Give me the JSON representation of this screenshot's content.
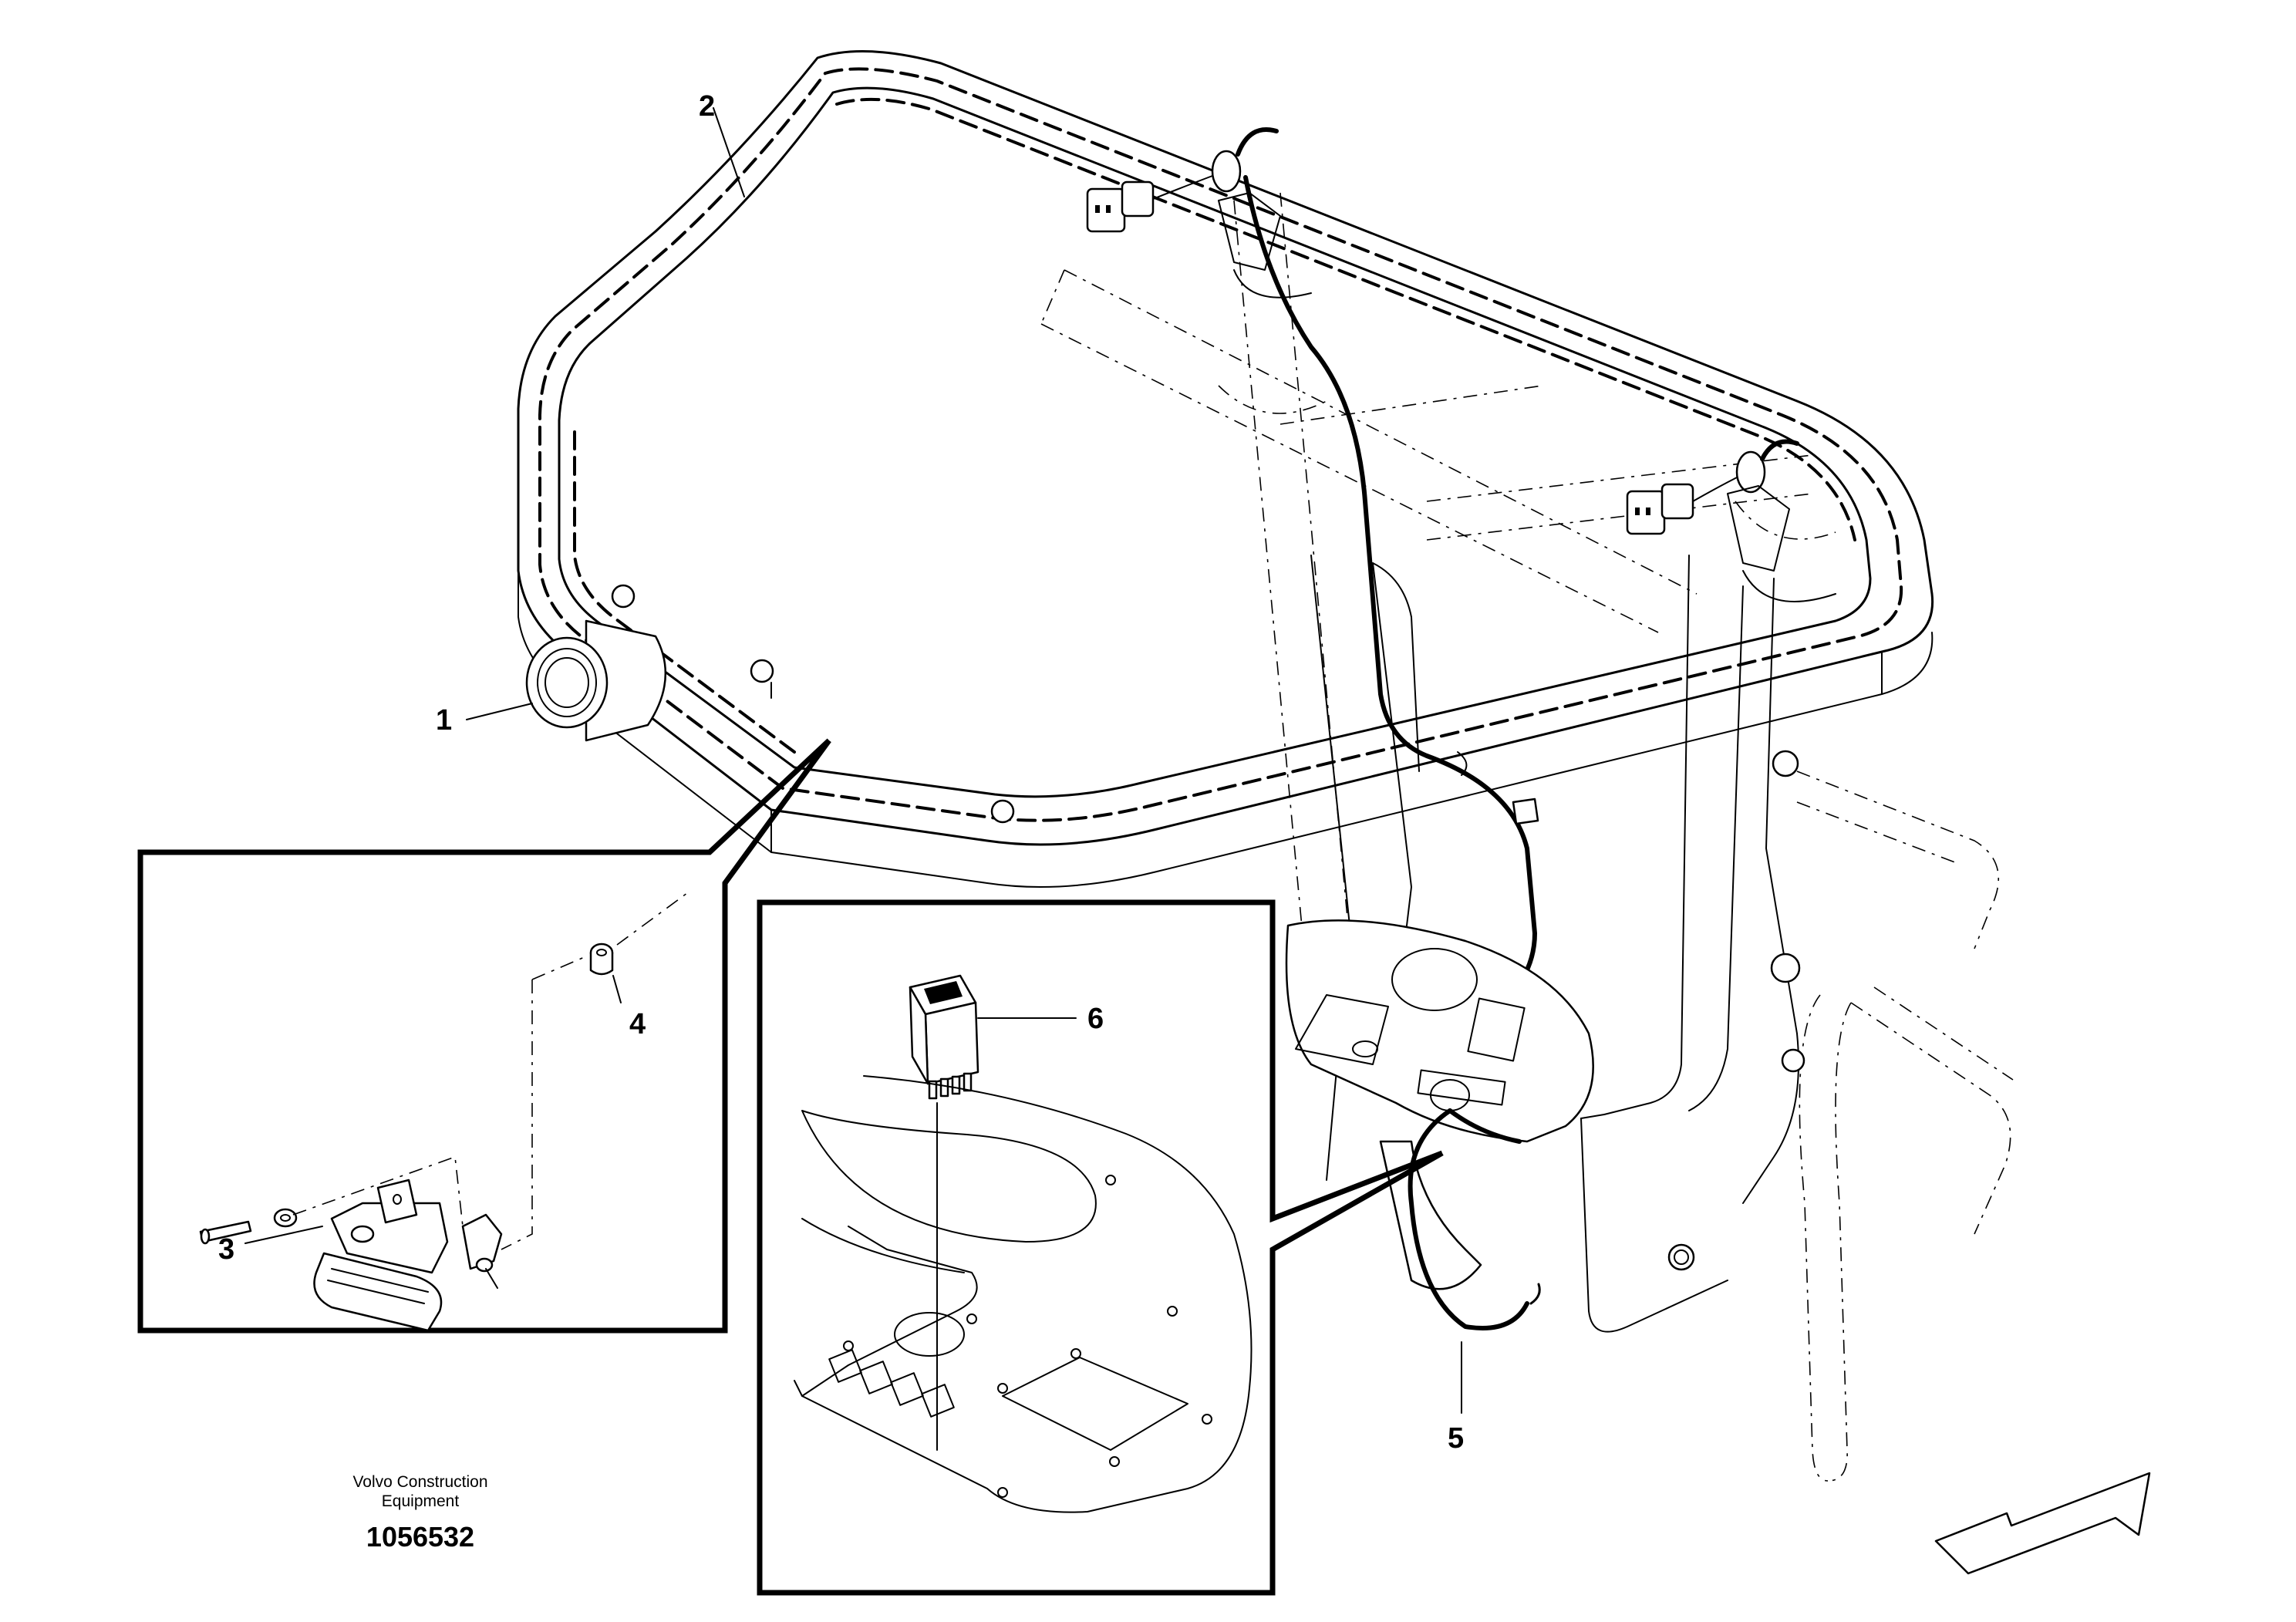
{
  "diagram": {
    "callouts": [
      {
        "id": "1",
        "label": "1"
      },
      {
        "id": "2",
        "label": "2"
      },
      {
        "id": "3",
        "label": "3"
      },
      {
        "id": "4",
        "label": "4"
      },
      {
        "id": "5",
        "label": "5"
      },
      {
        "id": "6",
        "label": "6"
      }
    ],
    "footer": {
      "brand_line1": "Volvo Construction",
      "brand_line2": "Equipment",
      "part_number": "1056532"
    },
    "icons": [
      "direction-arrow-icon"
    ]
  }
}
